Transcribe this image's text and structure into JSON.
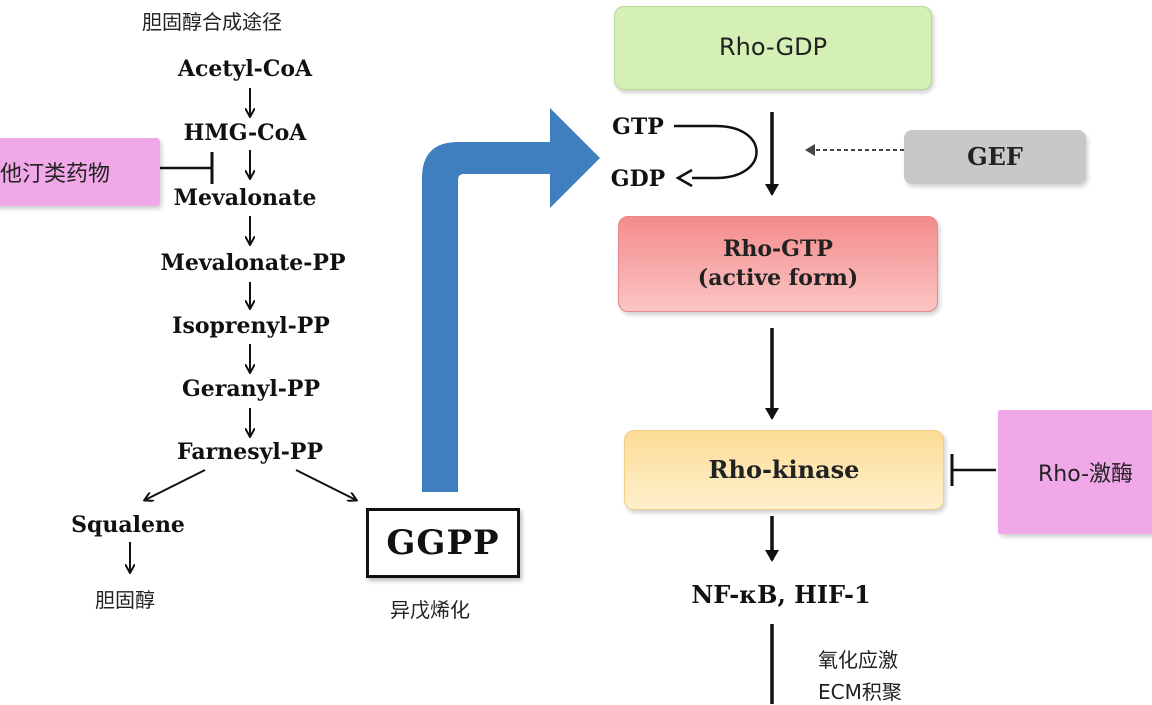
{
  "pathway": {
    "title": "胆固醇合成途径",
    "steps": [
      "Acetyl-CoA",
      "HMG-CoA",
      "Mevalonate",
      "Mevalonate-PP",
      "Isoprenyl-PP",
      "Geranyl-PP",
      "Farnesyl-PP"
    ],
    "branch_left": "Squalene",
    "branch_left_product": "胆固醇",
    "branch_right": "GGPP",
    "branch_right_label": "异戊烯化"
  },
  "inhibitors": {
    "statin": "他汀类药物",
    "rho_kinase_inhibitor": "Rho-激酶"
  },
  "rho_cycle": {
    "rho_gdp": "Rho-GDP",
    "gtp": "GTP",
    "gdp": "GDP",
    "gef": "GEF",
    "rho_gtp": "Rho-GTP",
    "rho_gtp_note": "(active form)",
    "rho_kinase": "Rho-kinase",
    "targets": "NF-κB, HIF-1",
    "effect_1": "氧化应激",
    "effect_2": "ECM积聚"
  },
  "colors": {
    "rho_gdp_fill": "#d4f0b4",
    "gef_fill": "#c8c8c8",
    "rho_gtp_fill": "#f6a0a0",
    "rho_kinase_fill": "#fde4a8",
    "inhibitor_fill": "#f0a8e8",
    "big_arrow": "#3f7fc0"
  }
}
